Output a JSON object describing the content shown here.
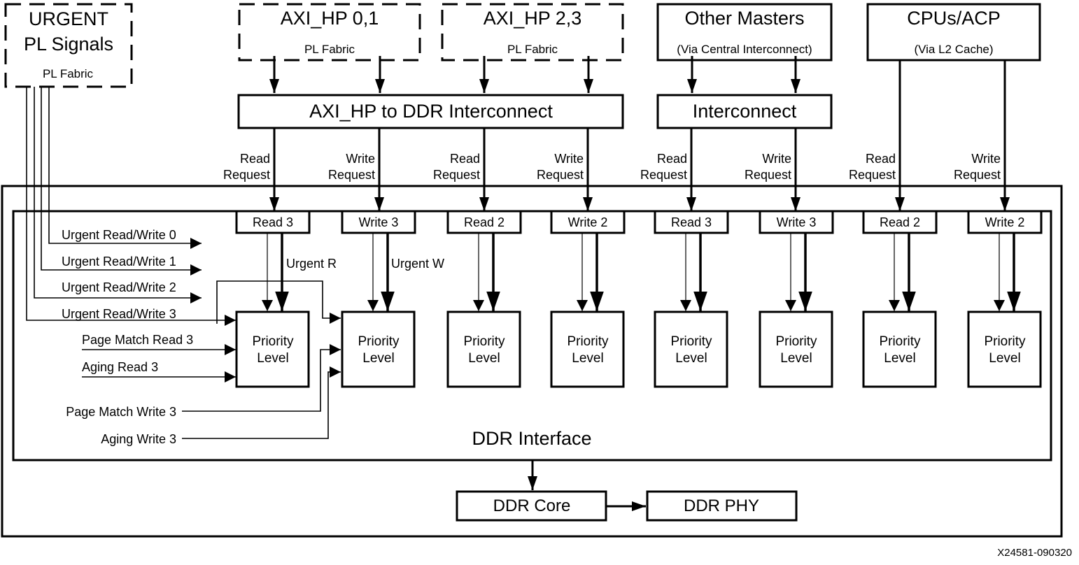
{
  "sources": {
    "urgent": {
      "title_line1": "URGENT",
      "title_line2": "PL Signals",
      "subtitle": "PL Fabric"
    },
    "axi_hp01": {
      "title": "AXI_HP 0,1",
      "subtitle": "PL Fabric"
    },
    "axi_hp23": {
      "title": "AXI_HP 2,3",
      "subtitle": "PL Fabric"
    },
    "other_masters": {
      "title": "Other Masters",
      "subtitle": "(Via Central Interconnect)"
    },
    "cpus_acp": {
      "title": "CPUs/ACP",
      "subtitle": "(Via L2 Cache)"
    }
  },
  "interconnects": {
    "axi_hp_ddr": "AXI_HP to DDR Interconnect",
    "interconnect": "Interconnect"
  },
  "requests": [
    {
      "line1": "Read",
      "line2": "Request"
    },
    {
      "line1": "Write",
      "line2": "Request"
    },
    {
      "line1": "Read",
      "line2": "Request"
    },
    {
      "line1": "Write",
      "line2": "Request"
    },
    {
      "line1": "Read",
      "line2": "Request"
    },
    {
      "line1": "Write",
      "line2": "Request"
    },
    {
      "line1": "Read",
      "line2": "Request"
    },
    {
      "line1": "Write",
      "line2": "Request"
    }
  ],
  "ports": [
    "Read 3",
    "Write 3",
    "Read 2",
    "Write 2",
    "Read 3",
    "Write 3",
    "Read 2",
    "Write 2"
  ],
  "priority": {
    "line1": "Priority",
    "line2": "Level"
  },
  "urgent_labels": {
    "r": "Urgent R",
    "w": "Urgent W"
  },
  "urgent_rw": [
    "Urgent Read/Write 0",
    "Urgent Read/Write 1",
    "Urgent Read/Write 2",
    "Urgent Read/Write 3"
  ],
  "side_inputs": {
    "page_match_read": "Page Match Read 3",
    "aging_read": "Aging Read 3",
    "page_match_write": "Page Match Write 3",
    "aging_write": "Aging Write 3"
  },
  "ddr_interface": "DDR Interface",
  "ddr_core": "DDR Core",
  "ddr_phy": "DDR PHY",
  "figure_id": "X24581-090320"
}
